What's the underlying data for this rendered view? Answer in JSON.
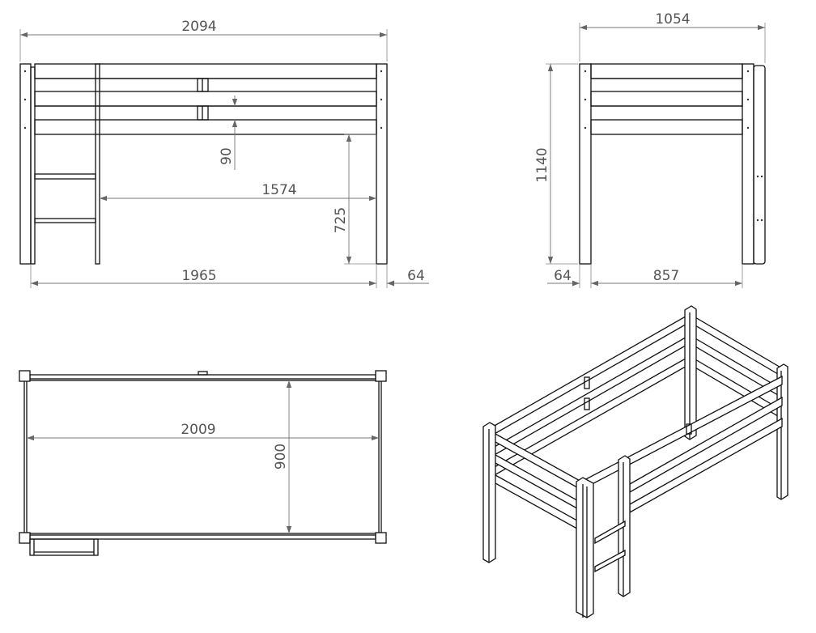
{
  "views": {
    "front": {
      "dimensions": {
        "total_length": "2094",
        "rail_gap": "90",
        "opening_width": "1574",
        "clearance_height": "725",
        "inner_length": "1965",
        "post_width": "64"
      }
    },
    "side": {
      "dimensions": {
        "total_width": "1054",
        "total_height": "1140",
        "post_width": "64",
        "inner_width": "857"
      }
    },
    "top": {
      "dimensions": {
        "mattress_length": "2009",
        "mattress_width": "900"
      }
    },
    "isometric": {}
  }
}
